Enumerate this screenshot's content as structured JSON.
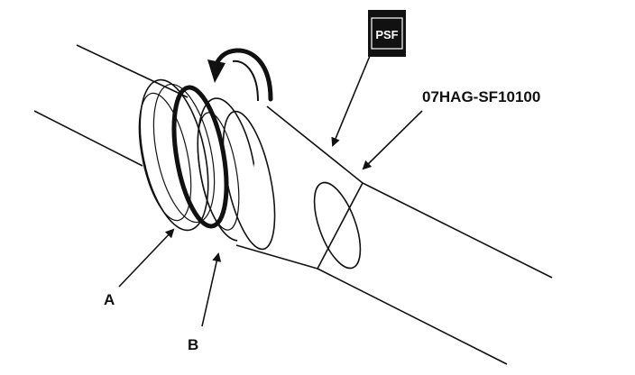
{
  "badge": {
    "text": "PSF"
  },
  "labels": {
    "tool_number": "07HAG-SF10100",
    "callout_a": "A",
    "callout_b": "B"
  },
  "colors": {
    "ink": "#111111",
    "paper": "#ffffff"
  },
  "icons": {
    "psf_badge": "fluid-container-icon",
    "rotation": "rotation-arrow-icon"
  }
}
